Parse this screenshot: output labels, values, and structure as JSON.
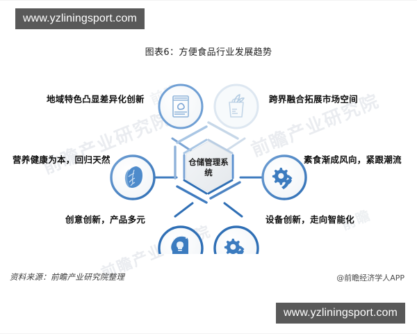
{
  "watermarks": {
    "top_banner": "www.yzliningsport.com",
    "bottom_banner": "www.yzliningsport.com",
    "background": [
      "前瞻产业研究院",
      "前瞻产业研究院",
      "前瞻产业研究院",
      "前瞻",
      "前瞻"
    ]
  },
  "chart": {
    "title": "图表6：方便食品行业发展趋势",
    "center": {
      "label": "仓储管理系统",
      "line1": "仓储管理系",
      "line2": "统"
    },
    "nodes": [
      {
        "id": "top-left",
        "icon": "food-package-icon",
        "label": "地域特色凸显差异化创新",
        "side": "left",
        "style": "faint"
      },
      {
        "id": "top-right",
        "icon": "grocery-bag-icon",
        "label": "跨界融合拓展市场空间",
        "side": "right",
        "style": "faint"
      },
      {
        "id": "middle-left",
        "icon": "leafy-vegetable-icon",
        "label": "营养健康为本，回归天然",
        "side": "left",
        "style": "solid"
      },
      {
        "id": "middle-right",
        "icon": "gear-wrench-icon",
        "label": "素食渐成风向，紧跟潮流",
        "side": "right",
        "style": "solid"
      },
      {
        "id": "bottom-left",
        "icon": "head-lightbulb-icon",
        "label": "创意创新，产品多元",
        "side": "left",
        "style": "solid"
      },
      {
        "id": "bottom-right",
        "icon": "gear-wrench-icon",
        "label": "设备创新，走向智能化",
        "side": "right",
        "style": "solid"
      }
    ],
    "colors": {
      "accent_dark": "#2f6fb5",
      "accent_mid": "#5b90cf",
      "accent_light": "#a9c6e4",
      "accent_faint": "#d7e3f0",
      "hex_fill": "#eef1f4",
      "banner_bg": "#595959"
    }
  },
  "footer": {
    "source": "资料来源：前瞻产业研究院整理",
    "credit": "@前瞻经济学人APP"
  }
}
